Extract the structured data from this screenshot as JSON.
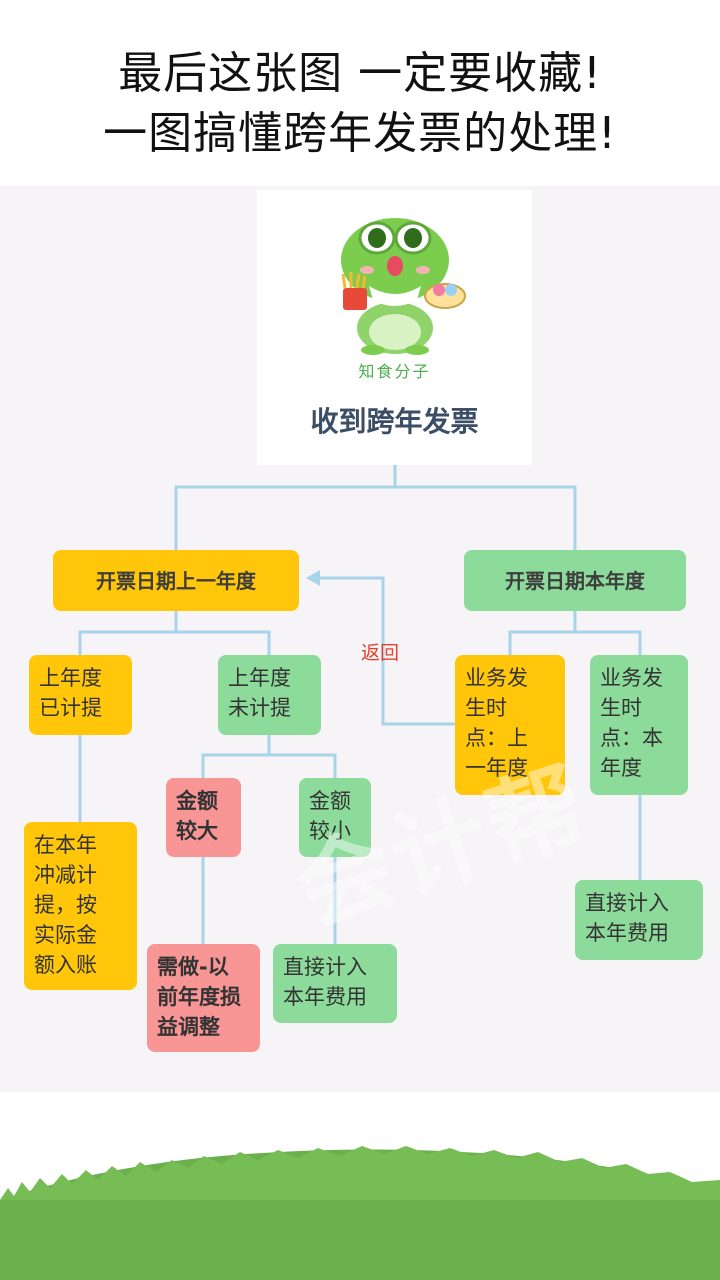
{
  "headline": {
    "line1": "最后这张图 一定要收藏!",
    "line2": "一图搞懂跨年发票的处理!"
  },
  "logo": {
    "brand": "知食分子",
    "icon": "frog-mascot-icon"
  },
  "diagram": {
    "root": "收到跨年发票",
    "branch_left": "开票日期上一年度",
    "branch_right": "开票日期本年度",
    "left_accrued": "上年度\n已计提",
    "left_not_accrued": "上年度\n未计提",
    "left_accrued_result": "在本年\n冲减计\n提，按\n实际金\n额入账",
    "amount_large": "金额\n较大",
    "amount_small": "金额\n较小",
    "large_result": "需做-以\n前年度损\n益调整",
    "small_result": "直接计入\n本年费用",
    "right_prior": "业务发\n生时\n点：上\n一年度",
    "right_current": "业务发\n生时\n点：本\n年度",
    "right_current_result": "直接计入\n本年费用",
    "return_label": "返回"
  },
  "colors": {
    "yellow": "#ffc60a",
    "green": "#8ddb9b",
    "red": "#f89595",
    "connector": "#a8d4ea",
    "return": "#e8402a",
    "grass": "#6ab04c"
  }
}
